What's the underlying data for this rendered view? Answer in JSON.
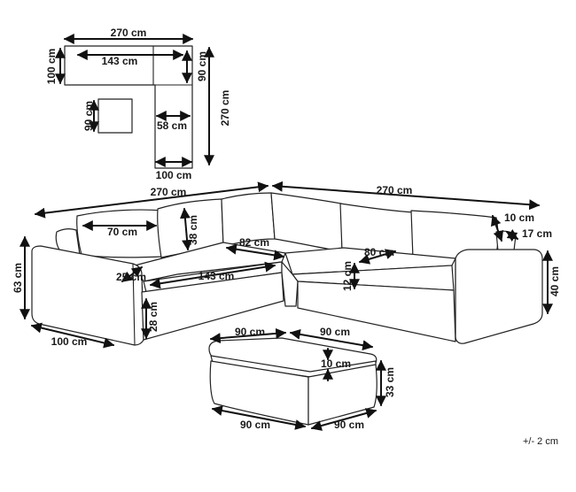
{
  "plan_view": {
    "total_width": "270 cm",
    "inner_length": "143 cm",
    "left_depth": "100 cm",
    "right_depth": "90 cm",
    "total_length": "270 cm",
    "ottoman_side": "90 cm",
    "seat_width": "58 cm",
    "bottom_width": "100 cm"
  },
  "sofa_view": {
    "left_length": "270 cm",
    "right_length": "270 cm",
    "cushion_width": "70 cm",
    "cushion_height": "38 cm",
    "corner_seat": "82 cm",
    "right_seat": "80 cm",
    "arm_height_left": "63 cm",
    "armrest_width": "25 cm",
    "seat_length": "143 cm",
    "seat_height": "28 cm",
    "left_depth": "100 cm",
    "seat_cushion_height": "12 cm",
    "arm_top": "10 cm",
    "arm_width": "17 cm",
    "arm_height_right": "40 cm"
  },
  "ottoman_view": {
    "top_width": "90 cm",
    "top_depth": "90 cm",
    "cushion_height": "10 cm",
    "height": "33 cm",
    "bottom_width": "90 cm",
    "bottom_depth": "90 cm"
  },
  "tolerance": "+/- 2 cm"
}
